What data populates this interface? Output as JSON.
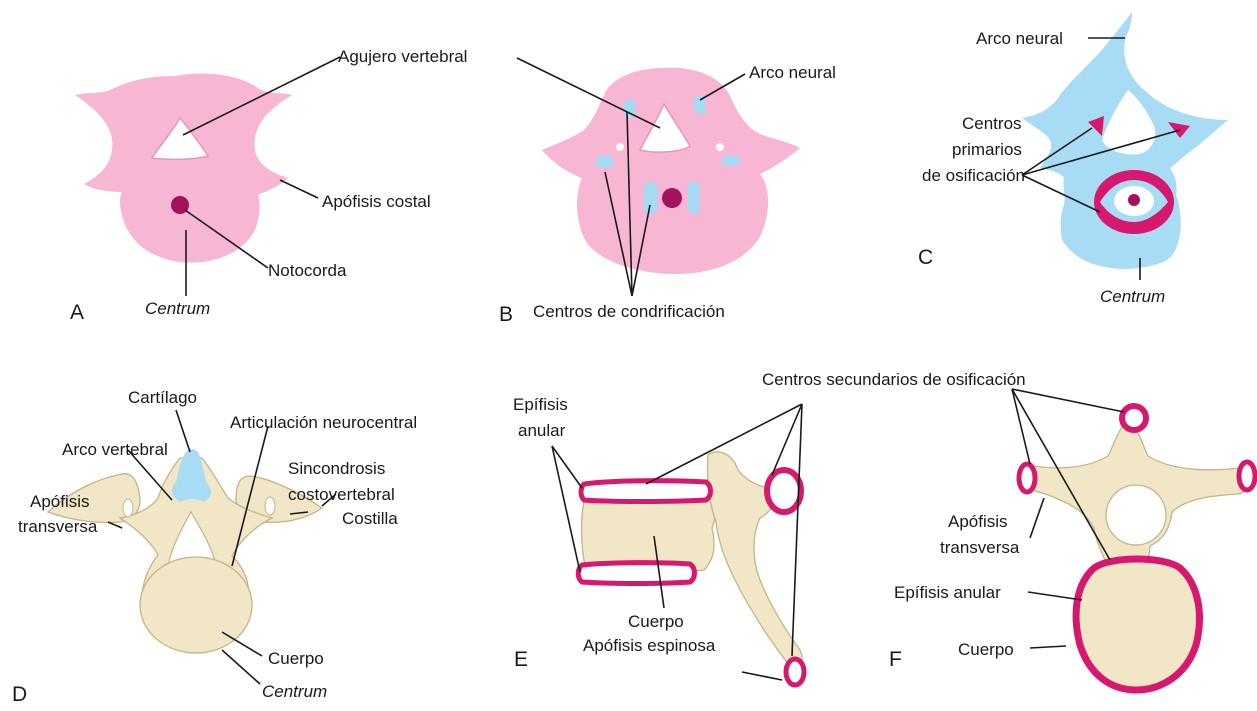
{
  "colors": {
    "cartilage_pink": "#f7b6d4",
    "ossification_magenta": "#d6196e",
    "notochord_purple": "#a4125e",
    "chondrification_blue": "#a6d9f2",
    "neural_arch_blue": "#a8dcf4",
    "bone_cream": "#f1e7c6",
    "bone_shadow": "#ddd0a6"
  },
  "panels": {
    "a": {
      "letter": "A",
      "centrum": "Centrum",
      "notochord": "Notocorda",
      "costal_process": "Apófisis costal",
      "vertebral_foramen": "Agujero vertebral"
    },
    "b": {
      "letter": "B",
      "chondrification_centers": "Centros de condrificación",
      "neural_arch": "Arco neural"
    },
    "c": {
      "letter": "C",
      "neural_arch": "Arco neural",
      "primary_centers_line1": "Centros",
      "primary_centers_line2": "primarios",
      "primary_centers_line3": "de osificación",
      "centrum": "Centrum"
    },
    "d": {
      "letter": "D",
      "cartilage": "Cartílago",
      "neurocentral_joint": "Articulación neurocentral",
      "vertebral_arch": "Arco vertebral",
      "synchondrosis_line1": "Sincondrosis",
      "synchondrosis_line2": "costovertebral",
      "transverse_line1": "Apófisis",
      "transverse_line2": "transversa",
      "rib": "Costilla",
      "body": "Cuerpo",
      "centrum": "Centrum"
    },
    "e": {
      "letter": "E",
      "secondary_centers": "Centros secundarios de osificación",
      "annular_line1": "Epífisis",
      "annular_line2": "anular",
      "body": "Cuerpo",
      "spinous": "Apófisis espinosa"
    },
    "f": {
      "letter": "F",
      "transverse_line1": "Apófisis",
      "transverse_line2": "transversa",
      "annular": "Epífisis anular",
      "body": "Cuerpo"
    }
  }
}
